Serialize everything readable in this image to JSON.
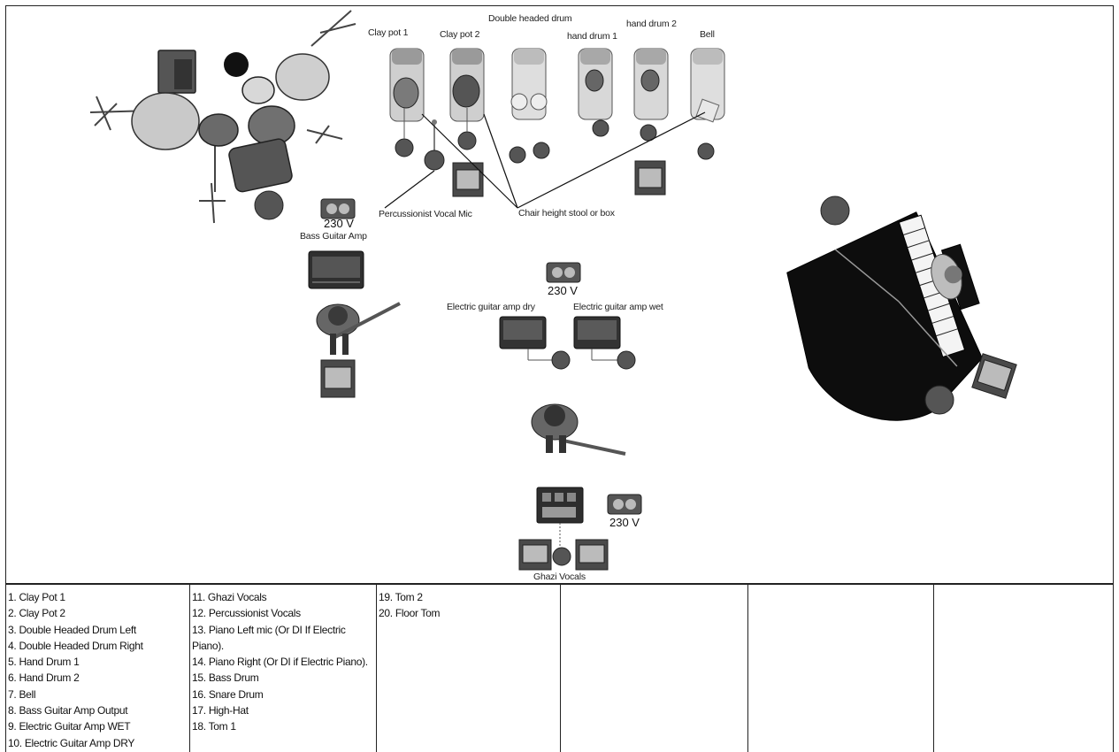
{
  "stage": {
    "labels": {
      "clay_pot_1": "Clay pot 1",
      "clay_pot_2": "Clay pot 2",
      "double_headed_drum": "Double headed drum",
      "hand_drum_1": "hand drum 1",
      "hand_drum_2": "hand drum 2",
      "bell": "Bell",
      "percussionist_vocal_mic": "Percussionist Vocal Mic",
      "chair_stool": "Chair height stool or box",
      "bass_guitar_amp": "Bass Guitar Amp",
      "electric_amp_dry": "Electric guitar amp dry",
      "electric_amp_wet": "Electric guitar amp wet",
      "ghazi_vocals": "Ghazi Vocals"
    },
    "power": {
      "outlet_1": "230 V",
      "outlet_2": "230 V",
      "outlet_3": "230 V"
    }
  },
  "channel_list": {
    "columns": [
      [
        "1. Clay Pot 1",
        "2. Clay Pot 2",
        "3. Double Headed Drum Left",
        "4. Double Headed Drum Right",
        "5. Hand Drum 1",
        "6. Hand Drum 2",
        "7. Bell",
        "8. Bass Guitar Amp Output",
        "9. Electric Guitar Amp WET",
        "10. Electric Guitar Amp DRY"
      ],
      [
        "11. Ghazi Vocals",
        "12. Percussionist Vocals",
        "13. Piano Left mic (Or DI If Electric Piano).",
        "14. Piano Right (Or DI if Electric Piano).",
        "15. Bass Drum",
        "16. Snare Drum",
        "17. High-Hat",
        "18. Tom 1"
      ],
      [
        "19. Tom 2",
        "20. Floor Tom"
      ],
      [],
      [],
      []
    ]
  }
}
